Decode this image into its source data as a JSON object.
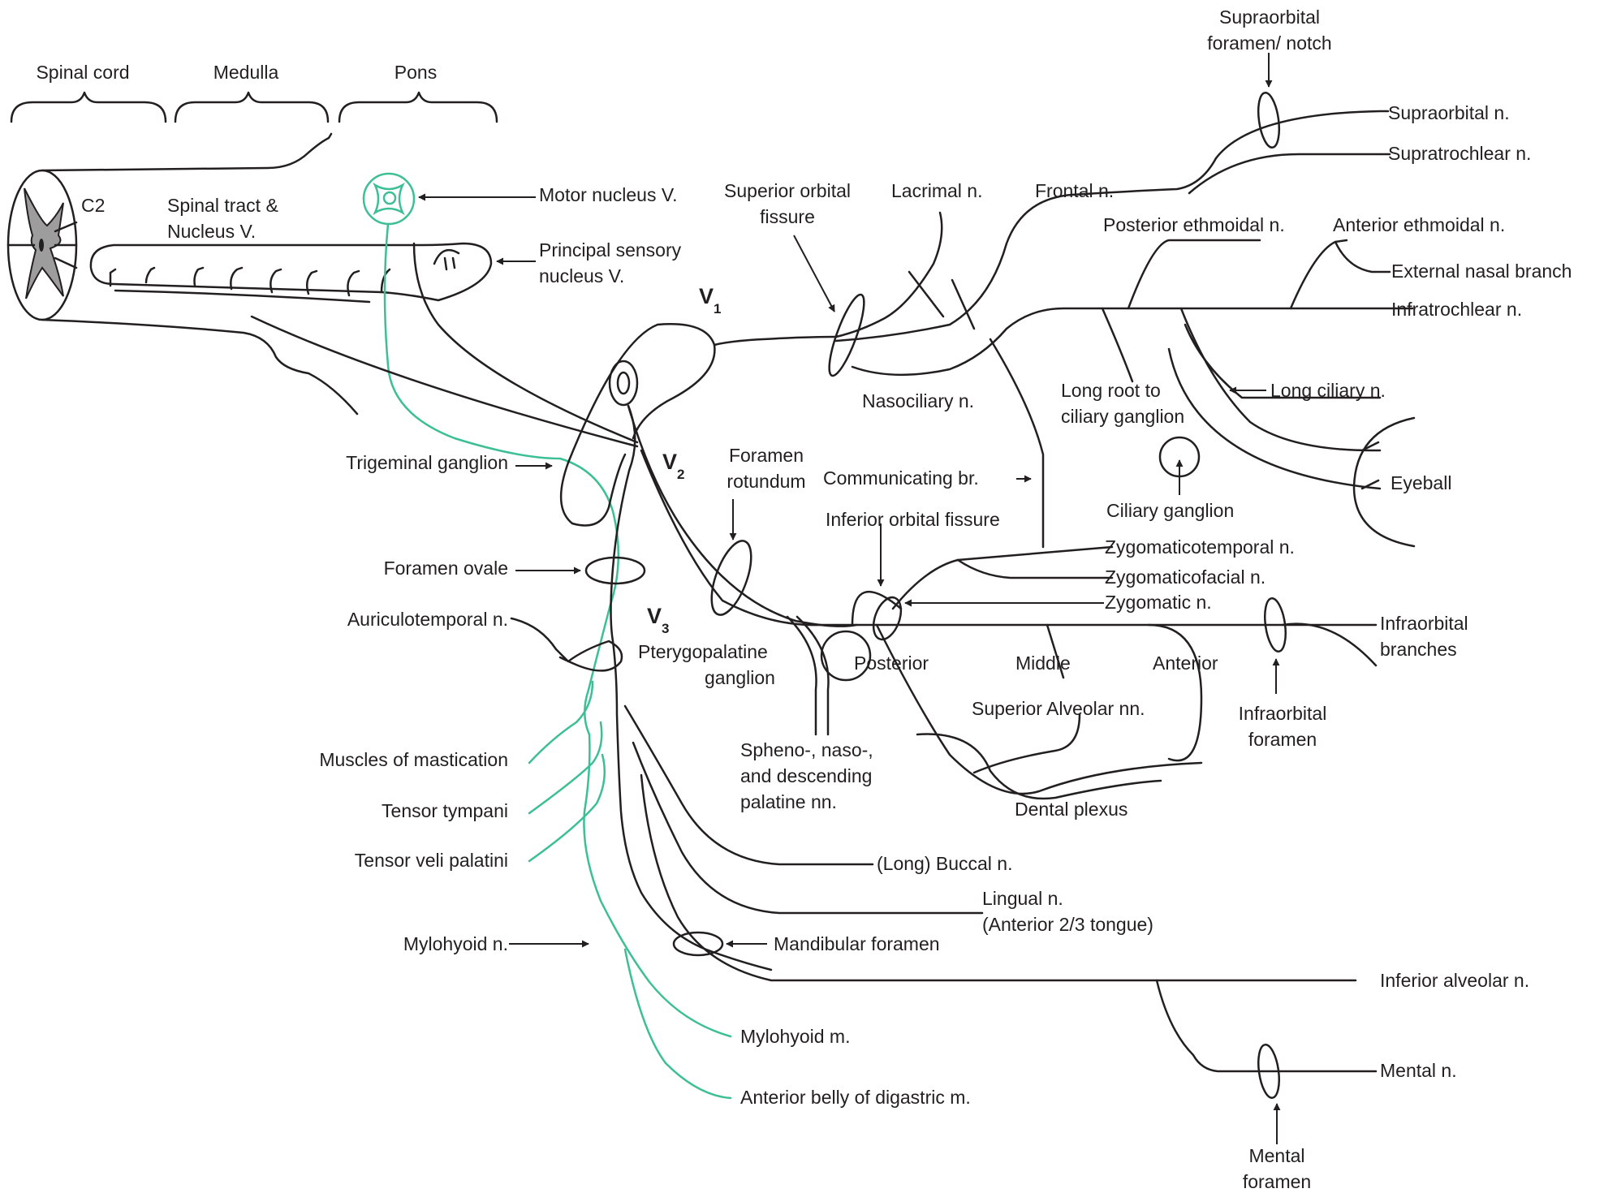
{
  "labels": {
    "spinal_cord": "Spinal cord",
    "medulla": "Medulla",
    "pons": "Pons",
    "c2": "C2",
    "spinal_tract_1": "Spinal tract &",
    "spinal_tract_2": "Nucleus V.",
    "motor_nucleus": "Motor nucleus V.",
    "principal_sensory_1": "Principal sensory",
    "principal_sensory_2": "nucleus V.",
    "v1": "V",
    "v1_sub": "1",
    "v2": "V",
    "v2_sub": "2",
    "v3": "V",
    "v3_sub": "3",
    "trigeminal_ganglion": "Trigeminal ganglion",
    "foramen_ovale": "Foramen ovale",
    "auriculotemporal": "Auriculotemporal n.",
    "muscles_mastication": "Muscles of mastication",
    "tensor_tympani": "Tensor tympani",
    "tensor_veli": "Tensor veli palatini",
    "mylohyoid_n": "Mylohyoid n.",
    "mylohyoid_m": "Mylohyoid m.",
    "anterior_belly": "Anterior belly of digastric m.",
    "superior_orbital_1": "Superior orbital",
    "superior_orbital_2": "fissure",
    "lacrimal": "Lacrimal n.",
    "frontal": "Frontal n.",
    "supraorbital_foramen_1": "Supraorbital",
    "supraorbital_foramen_2": "foramen/ notch",
    "supraorbital_n": "Supraorbital n.",
    "supratrochlear_n": "Supratrochlear n.",
    "posterior_ethmoidal": "Posterior ethmoidal n.",
    "anterior_ethmoidal": "Anterior ethmoidal n.",
    "external_nasal": "External nasal branch",
    "infratrochlear": "Infratrochlear n.",
    "nasociliary": "Nasociliary n.",
    "long_root_1": "Long root to",
    "long_root_2": "ciliary ganglion",
    "long_ciliary": "Long ciliary n.",
    "eyeball": "Eyeball",
    "ciliary_ganglion": "Ciliary ganglion",
    "foramen_rotundum_1": "Foramen",
    "foramen_rotundum_2": "rotundum",
    "communicating": "Communicating br.",
    "inferior_orbital": "Inferior orbital fissure",
    "zygomaticotemporal": "Zygomaticotemporal n.",
    "zygomaticofacial": "Zygomaticofacial n.",
    "zygomatic": "Zygomatic n.",
    "infraorbital_branches_1": "Infraorbital",
    "infraorbital_branches_2": "branches",
    "posterior": "Posterior",
    "middle": "Middle",
    "anterior": "Anterior",
    "superior_alveolar": "Superior Alveolar nn.",
    "infraorbital_foramen_1": "Infraorbital",
    "infraorbital_foramen_2": "foramen",
    "pterygopalatine_1": "Pterygopalatine",
    "pterygopalatine_2": "ganglion",
    "spheno_1": "Spheno-, naso-,",
    "spheno_2": "and descending",
    "spheno_3": "palatine nn.",
    "dental_plexus": "Dental plexus",
    "buccal": "(Long) Buccal n.",
    "lingual_1": "Lingual n.",
    "lingual_2": "(Anterior 2/3 tongue)",
    "mandibular_foramen": "Mandibular foramen",
    "inferior_alveolar": "Inferior alveolar n.",
    "mental_n": "Mental n.",
    "mental_foramen_1": "Mental",
    "mental_foramen_2": "foramen"
  },
  "colors": {
    "nerve": "#231f20",
    "motor": "#3cbf95",
    "grey_matter": "#9d9d9d"
  }
}
